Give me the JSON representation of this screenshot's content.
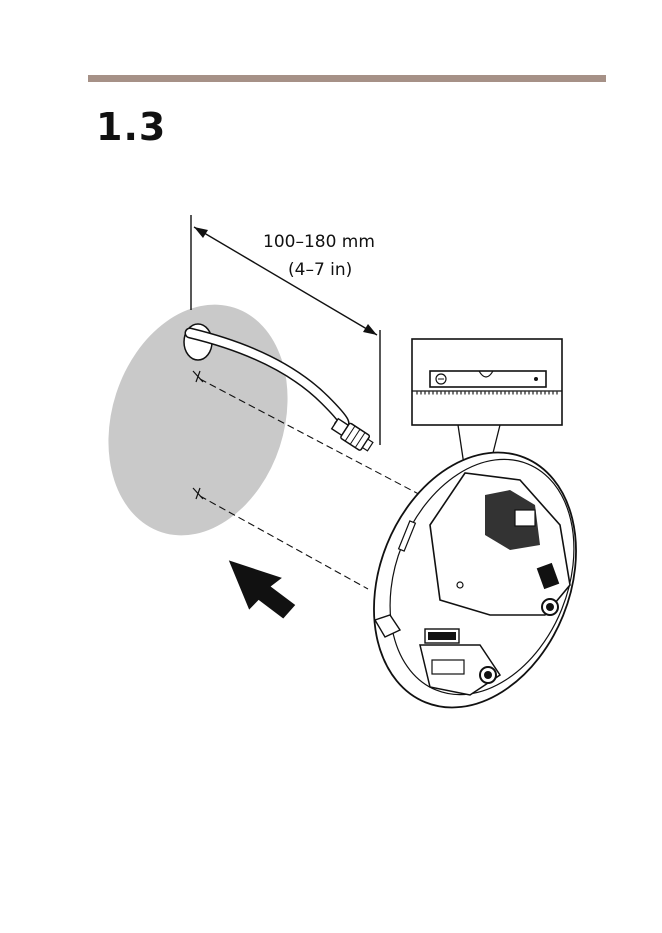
{
  "section": {
    "number": "1.3"
  },
  "figure": {
    "dimension_mm": "100–180 mm",
    "dimension_in": "(4–7 in)"
  },
  "colors": {
    "rule": "#a69187",
    "wall": "#c9c9c9",
    "line": "#111111"
  },
  "icons": [
    "cable-icon",
    "camera-housing-icon",
    "spirit-level-icon",
    "direction-arrow-icon"
  ]
}
